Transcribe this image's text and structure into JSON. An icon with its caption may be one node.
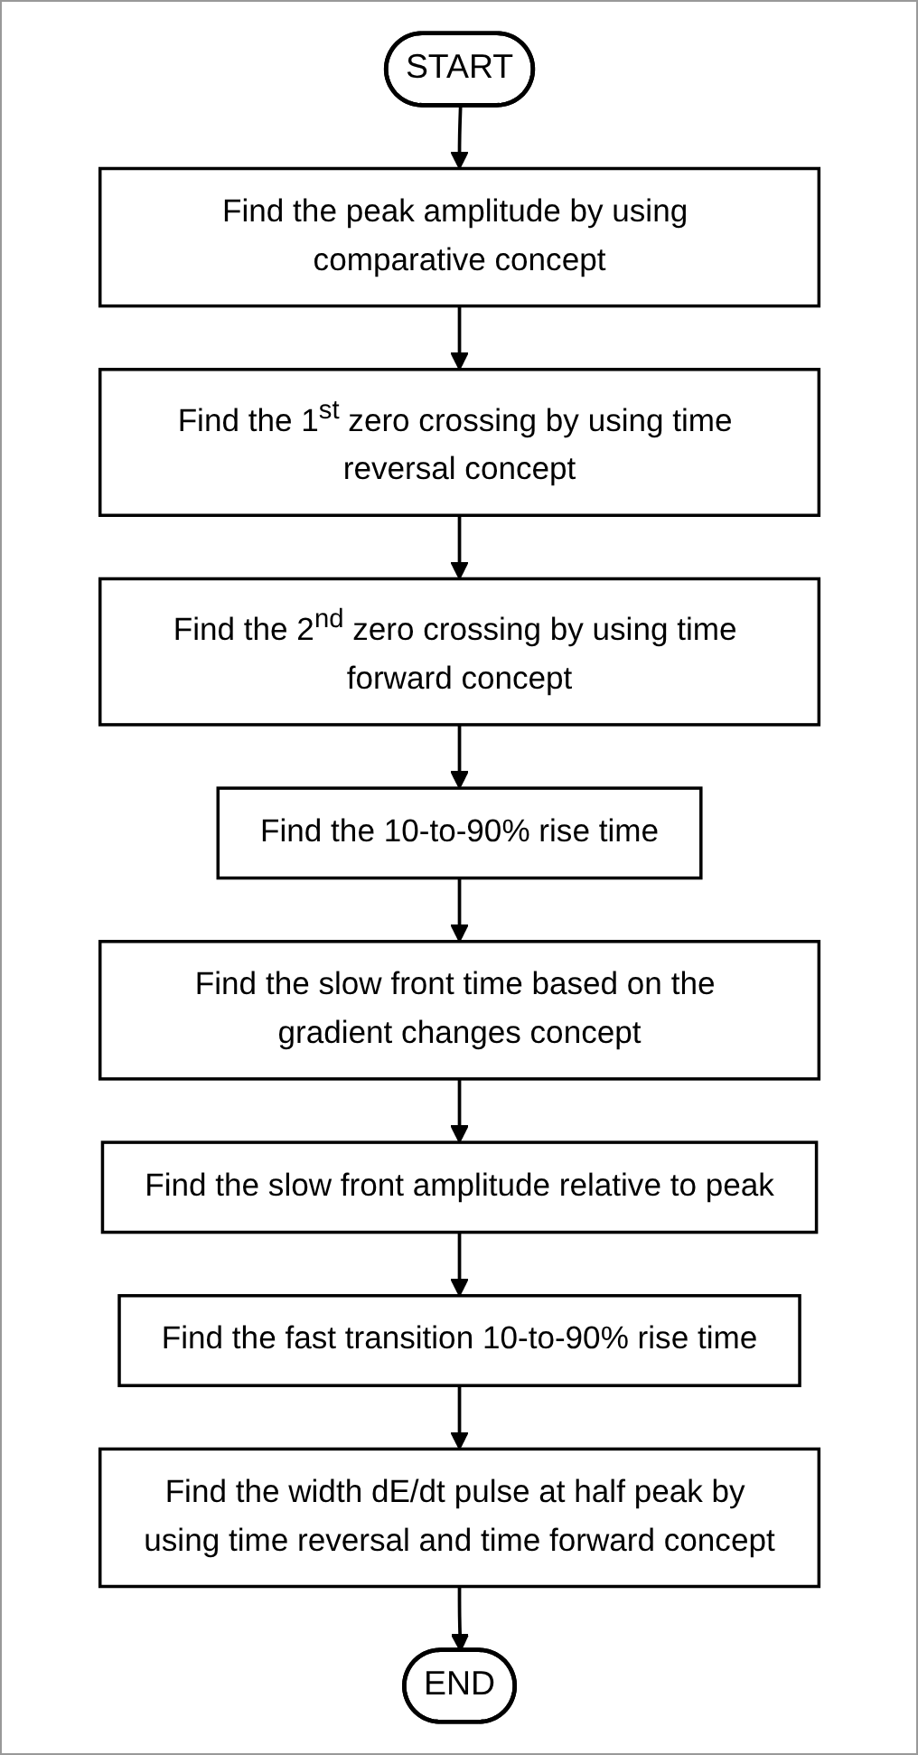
{
  "diagram": {
    "nodes": [
      {
        "text": [
          "START"
        ]
      },
      {
        "text": [
          "Find the peak amplitude by using comparative concept"
        ]
      },
      {
        "text": [
          "Find the 1$^{st}$ zero crossing by using time reversal concept"
        ]
      },
      {
        "text": [
          "Find the 2$^{nd}$ zero crossing by using time forward concept"
        ]
      },
      {
        "text": [
          "Find the 10-to-90% rise time"
        ]
      },
      {
        "text": [
          "Find the slow front time based on the gradient changes concept"
        ]
      },
      {
        "text": [
          "Find the slow front amplitude relative to peak"
        ]
      },
      {
        "text": [
          "Find the fast transition 10-to-90% rise time"
        ]
      },
      {
        "text": [
          "Find the width dE/dt pulse at half peak by using time reversal and time forward concept"
        ]
      },
      {
        "text": [
          "END"
        ]
      }
    ],
    "edges": [
      {
        "from": 0,
        "to": 1,
        "arrow": "to"
      },
      {
        "from": 1,
        "to": 2,
        "arrow": "to"
      },
      {
        "from": 2,
        "to": 3,
        "arrow": "to"
      },
      {
        "from": 3,
        "to": 4,
        "arrow": "to"
      },
      {
        "from": 4,
        "to": 5,
        "arrow": "to"
      },
      {
        "from": 5,
        "to": 6,
        "arrow": "to"
      },
      {
        "from": 6,
        "to": 7,
        "arrow": "to"
      },
      {
        "from": 7,
        "to": 8,
        "arrow": "to"
      },
      {
        "from": 8,
        "to": 9,
        "arrow": "to"
      }
    ]
  }
}
